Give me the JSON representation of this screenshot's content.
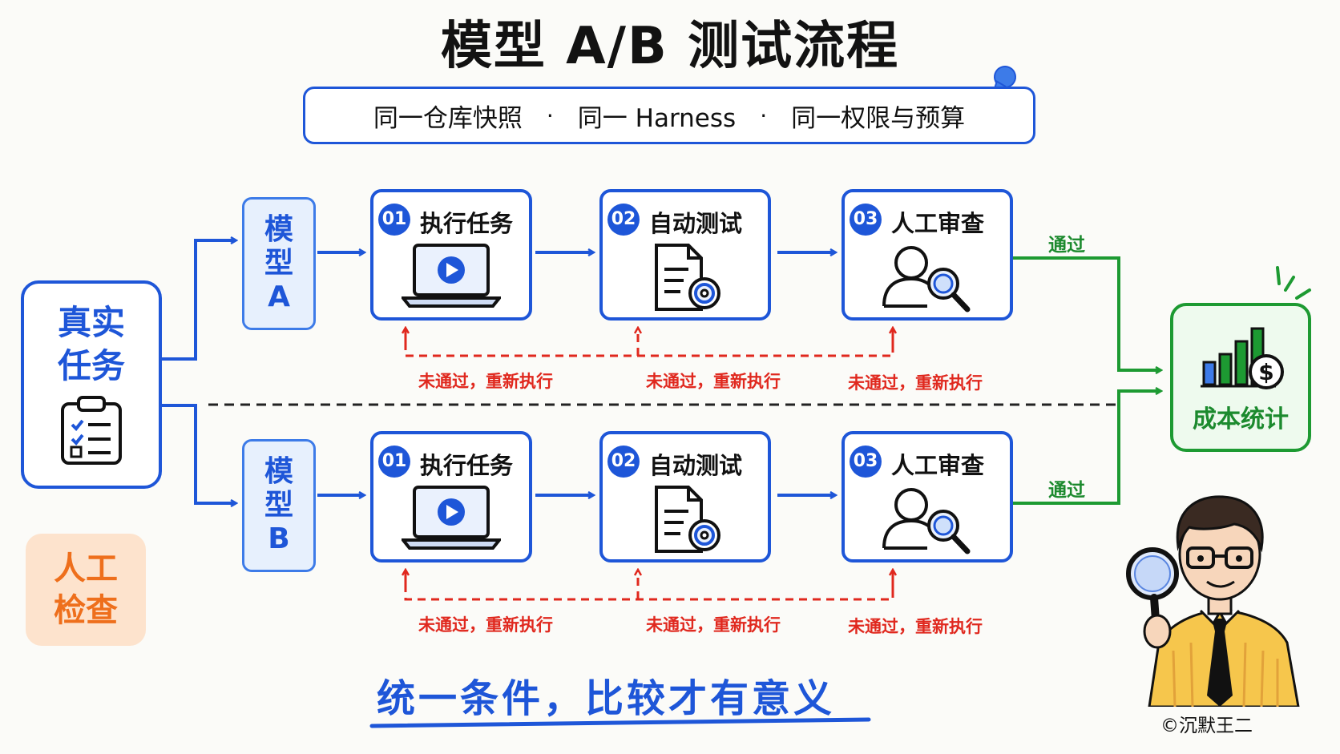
{
  "title": "模型 A/B 测试流程",
  "conditions": {
    "item1": "同一仓库快照",
    "separator": "·",
    "item2": "同一 Harness",
    "item3": "同一权限与预算"
  },
  "real_task": {
    "label": "真实任务",
    "icon": "clipboard-checklist-icon"
  },
  "model_a": {
    "label": "模型A"
  },
  "model_b": {
    "label": "模型B"
  },
  "steps": [
    {
      "num": "01",
      "label": "执行任务",
      "icon": "laptop-play-icon"
    },
    {
      "num": "02",
      "label": "自动测试",
      "icon": "document-gear-icon"
    },
    {
      "num": "03",
      "label": "人工审查",
      "icon": "person-magnifier-icon"
    }
  ],
  "retry_label": "未通过，重新执行",
  "pass_label": "通过",
  "cost": {
    "label": "成本统计",
    "icon": "bar-chart-dollar-icon"
  },
  "manual_check": {
    "label": "人工检查"
  },
  "slogan": "统一条件，比较才有意义",
  "credit": "©沉默王二",
  "colors": {
    "blue": "#1e56d8",
    "red": "#e0281e",
    "green": "#1c8a2e",
    "orange": "#ee6f1c"
  }
}
